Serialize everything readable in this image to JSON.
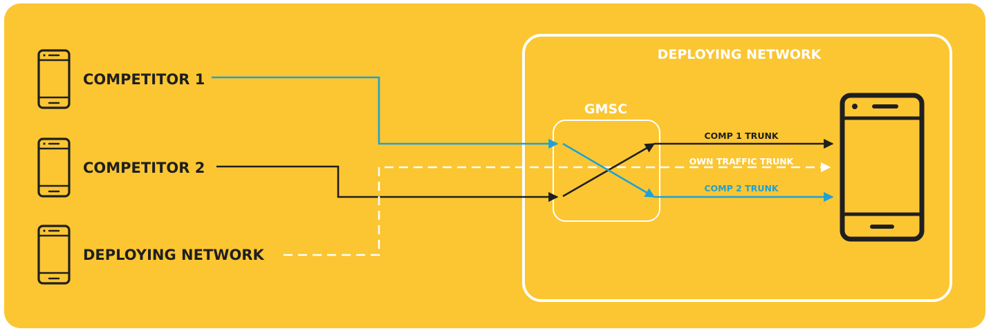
{
  "colors": {
    "background": "#FBC632",
    "dark": "#1f1f1f",
    "blue": "#1EA1D6",
    "white": "#ffffff"
  },
  "sources": [
    {
      "label": "COMPETITOR 1",
      "icon": "phone-icon"
    },
    {
      "label": "COMPETITOR 2",
      "icon": "phone-icon"
    },
    {
      "label": "DEPLOYING NETWORK",
      "icon": "phone-icon"
    }
  ],
  "network": {
    "title": "DEPLOYING NETWORK",
    "gmsc_label": "GMSC"
  },
  "trunks": {
    "comp1": "COMP 1 TRUNK",
    "own": "OWN TRAFFIC TRUNK",
    "comp2": "COMP 2 TRUNK"
  },
  "target_device": {
    "icon": "phone-icon"
  }
}
